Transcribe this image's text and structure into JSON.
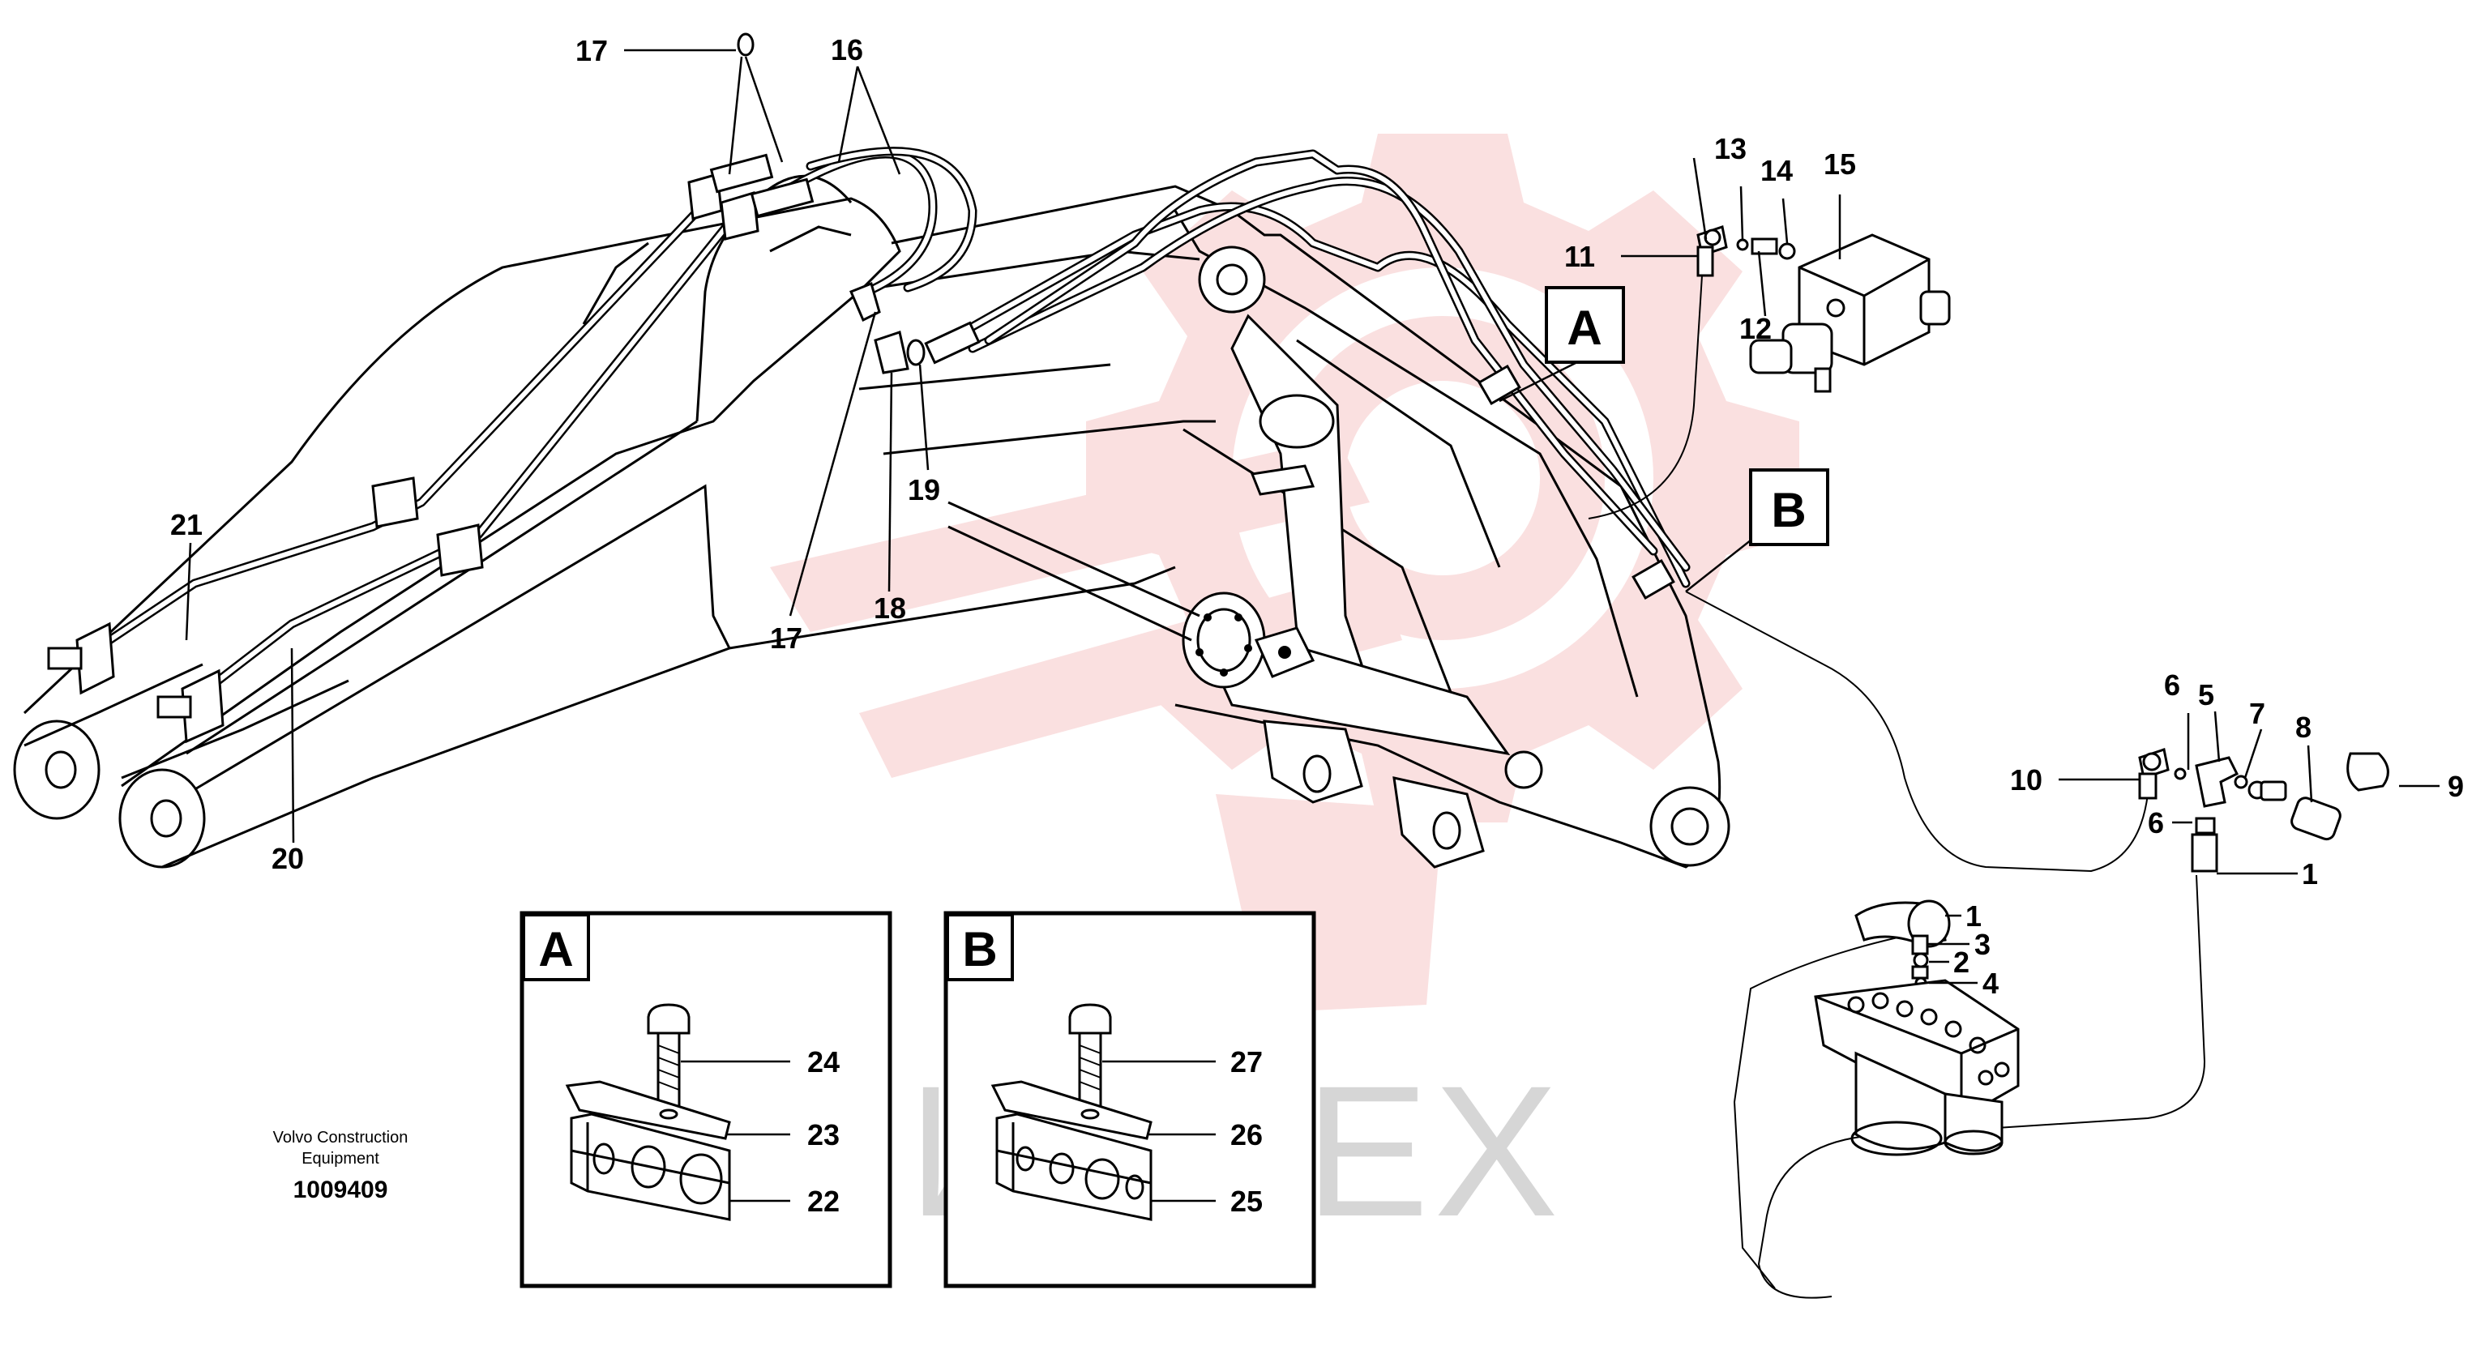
{
  "watermark": {
    "text": "ИНТЕХ",
    "color": "#f3b8b8"
  },
  "caption": {
    "company": "Volvo Construction Equipment",
    "part_number": "1009409"
  },
  "detail_views": [
    {
      "letter": "A",
      "labels": [
        "24",
        "23",
        "22"
      ]
    },
    {
      "letter": "B",
      "labels": [
        "27",
        "26",
        "25"
      ]
    }
  ],
  "section_markers": [
    "A",
    "B"
  ],
  "callouts": [
    "1",
    "1",
    "2",
    "3",
    "4",
    "5",
    "6",
    "6",
    "7",
    "8",
    "9",
    "10",
    "11",
    "12",
    "13",
    "14",
    "15",
    "16",
    "17",
    "17",
    "18",
    "19",
    "20",
    "21"
  ]
}
